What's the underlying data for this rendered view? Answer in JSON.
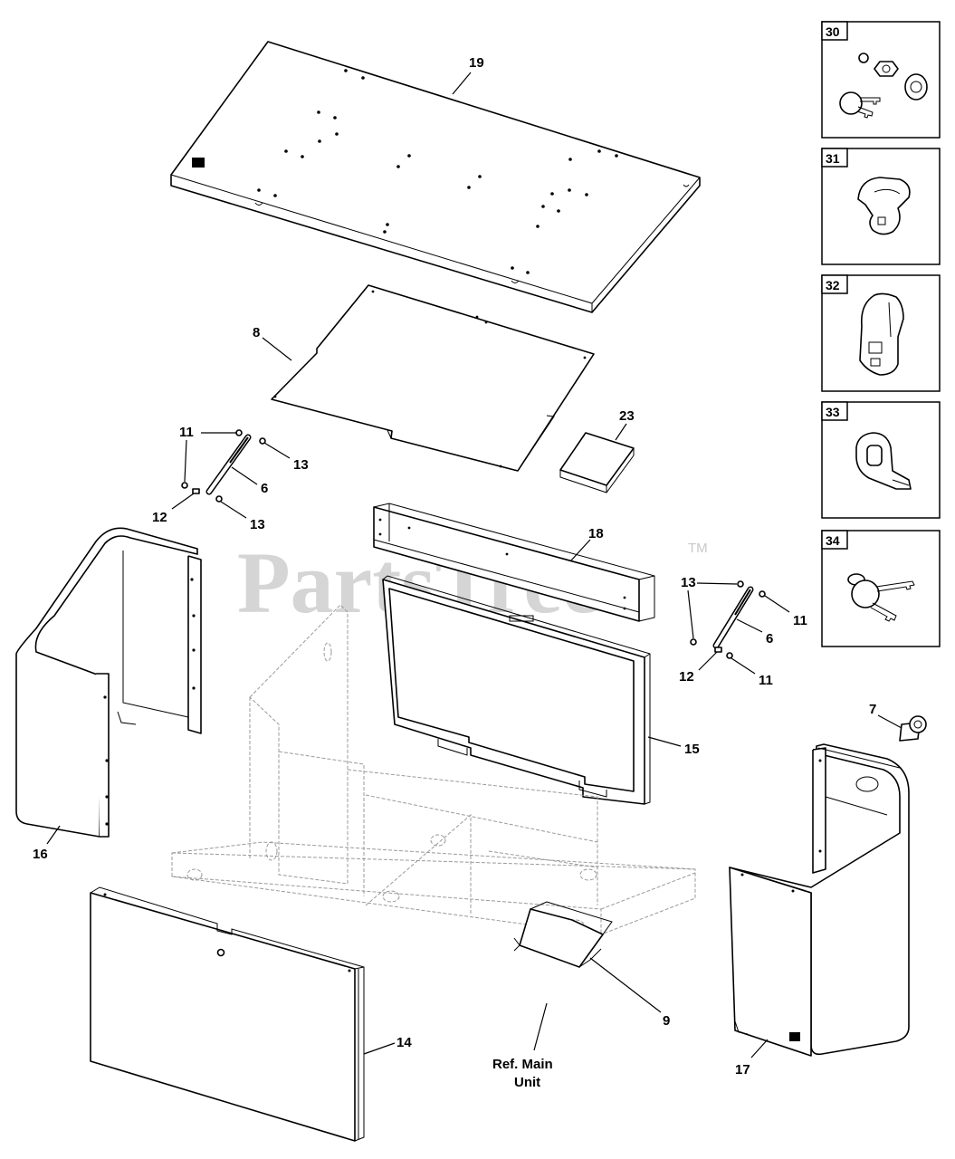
{
  "watermark": {
    "text": "PartsTree",
    "trademark": "TM"
  },
  "callouts": {
    "c19": "19",
    "c8": "8",
    "c23": "23",
    "c11a": "11",
    "c13a": "13",
    "c6a": "6",
    "c12a": "12",
    "c13b": "13",
    "c18": "18",
    "c13c": "13",
    "c11b": "11",
    "c6b": "6",
    "c12b": "12",
    "c11c": "11",
    "c15": "15",
    "c16": "16",
    "c7": "7",
    "c9": "9",
    "c14": "14",
    "c17": "17",
    "ref_line1": "Ref. Main",
    "ref_line2": "Unit"
  },
  "detail_boxes": [
    {
      "number": "30",
      "icon": "key-lock-kit-icon"
    },
    {
      "number": "31",
      "icon": "latch-cam-icon"
    },
    {
      "number": "32",
      "icon": "latch-bracket-icon"
    },
    {
      "number": "33",
      "icon": "strike-loop-icon"
    },
    {
      "number": "34",
      "icon": "keys-icon"
    }
  ]
}
